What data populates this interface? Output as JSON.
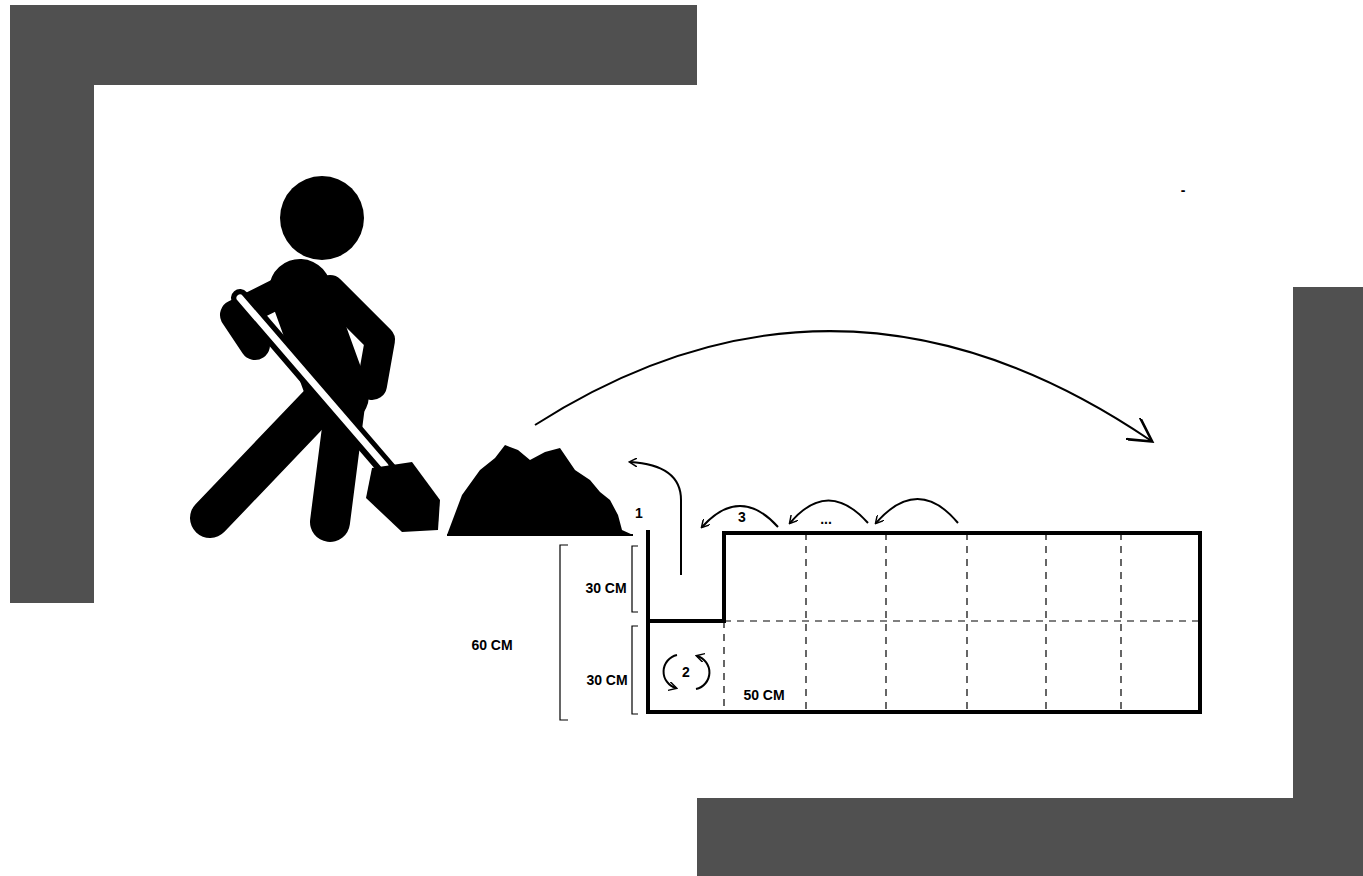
{
  "diagram": {
    "labels": [
      "-",
      "1",
      "3",
      "...",
      "30 CM",
      "60 CM",
      "2",
      "30 CM",
      "50 CM"
    ]
  }
}
